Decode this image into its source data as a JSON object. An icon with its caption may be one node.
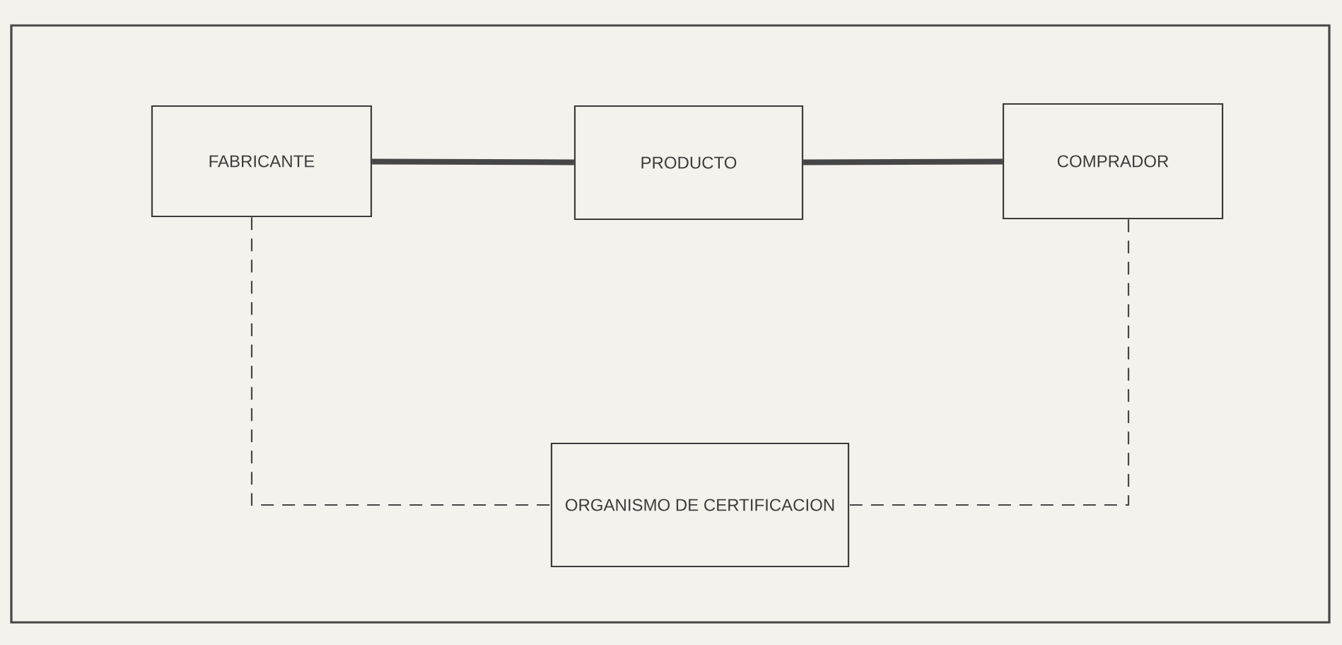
{
  "diagram": {
    "nodes": [
      {
        "text": [
          "FABRICANTE"
        ]
      },
      {
        "text": [
          "PRODUCTO"
        ]
      },
      {
        "text": [
          "COMPRADOR"
        ]
      },
      {
        "text": [
          "ORGANISMO DE CERTIFICACION"
        ]
      }
    ],
    "edges": [
      {
        "from": 0,
        "to": 1,
        "arrow": "none",
        "style": "thick"
      },
      {
        "from": 1,
        "to": 2,
        "arrow": "none",
        "style": "thick"
      },
      {
        "from": 0,
        "to": 3,
        "arrow": "none",
        "style": "dashed"
      },
      {
        "from": 2,
        "to": 3,
        "arrow": "none",
        "style": "dashed"
      }
    ]
  }
}
